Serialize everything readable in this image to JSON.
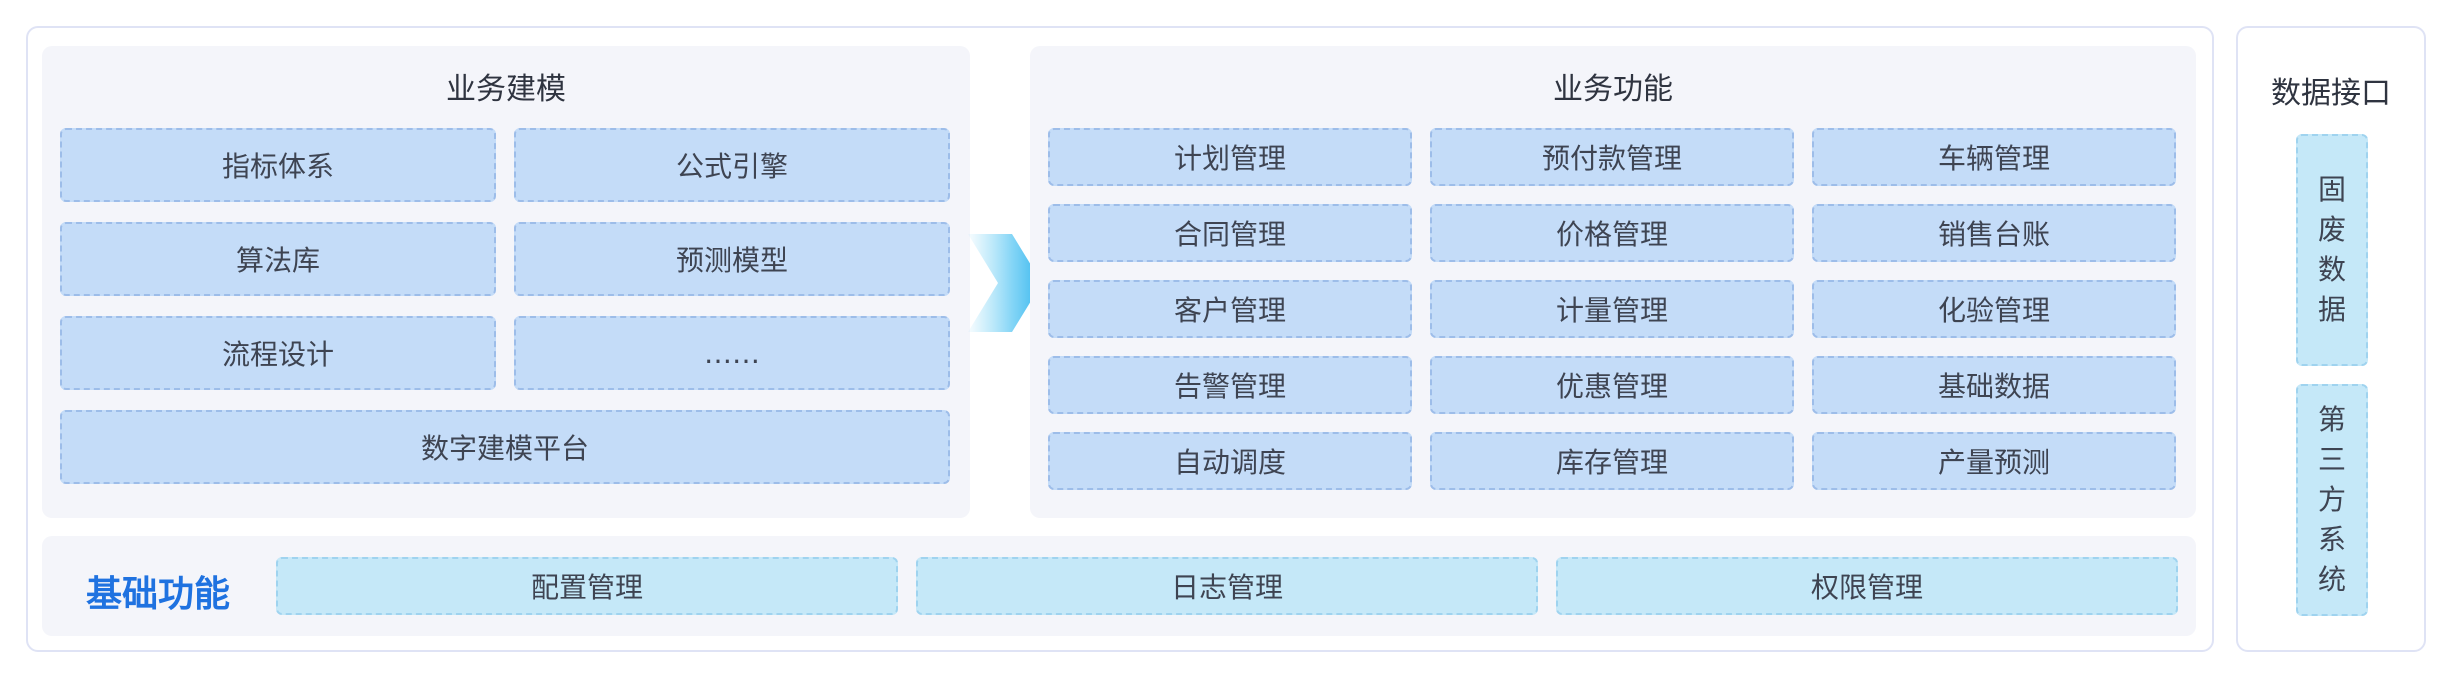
{
  "modeling": {
    "title": "业务建模",
    "items": [
      "指标体系",
      "公式引擎",
      "算法库",
      "预测模型",
      "流程设计",
      "……"
    ],
    "platform": "数字建模平台"
  },
  "functions": {
    "title": "业务功能",
    "items": [
      "计划管理",
      "预付款管理",
      "车辆管理",
      "合同管理",
      "价格管理",
      "销售台账",
      "客户管理",
      "计量管理",
      "化验管理",
      "告警管理",
      "优惠管理",
      "基础数据",
      "自动调度",
      "库存管理",
      "产量预测"
    ]
  },
  "foundation": {
    "title": "基础功能",
    "items": [
      "配置管理",
      "日志管理",
      "权限管理"
    ]
  },
  "interface": {
    "title": "数据接口",
    "items": [
      "固废数据",
      "第三方系统"
    ]
  },
  "colors": {
    "box_blue": "#c4dcf8",
    "box_cyan": "#c5e8f8",
    "accent": "#1f72e0",
    "panel_bg": "#f4f5fa"
  }
}
